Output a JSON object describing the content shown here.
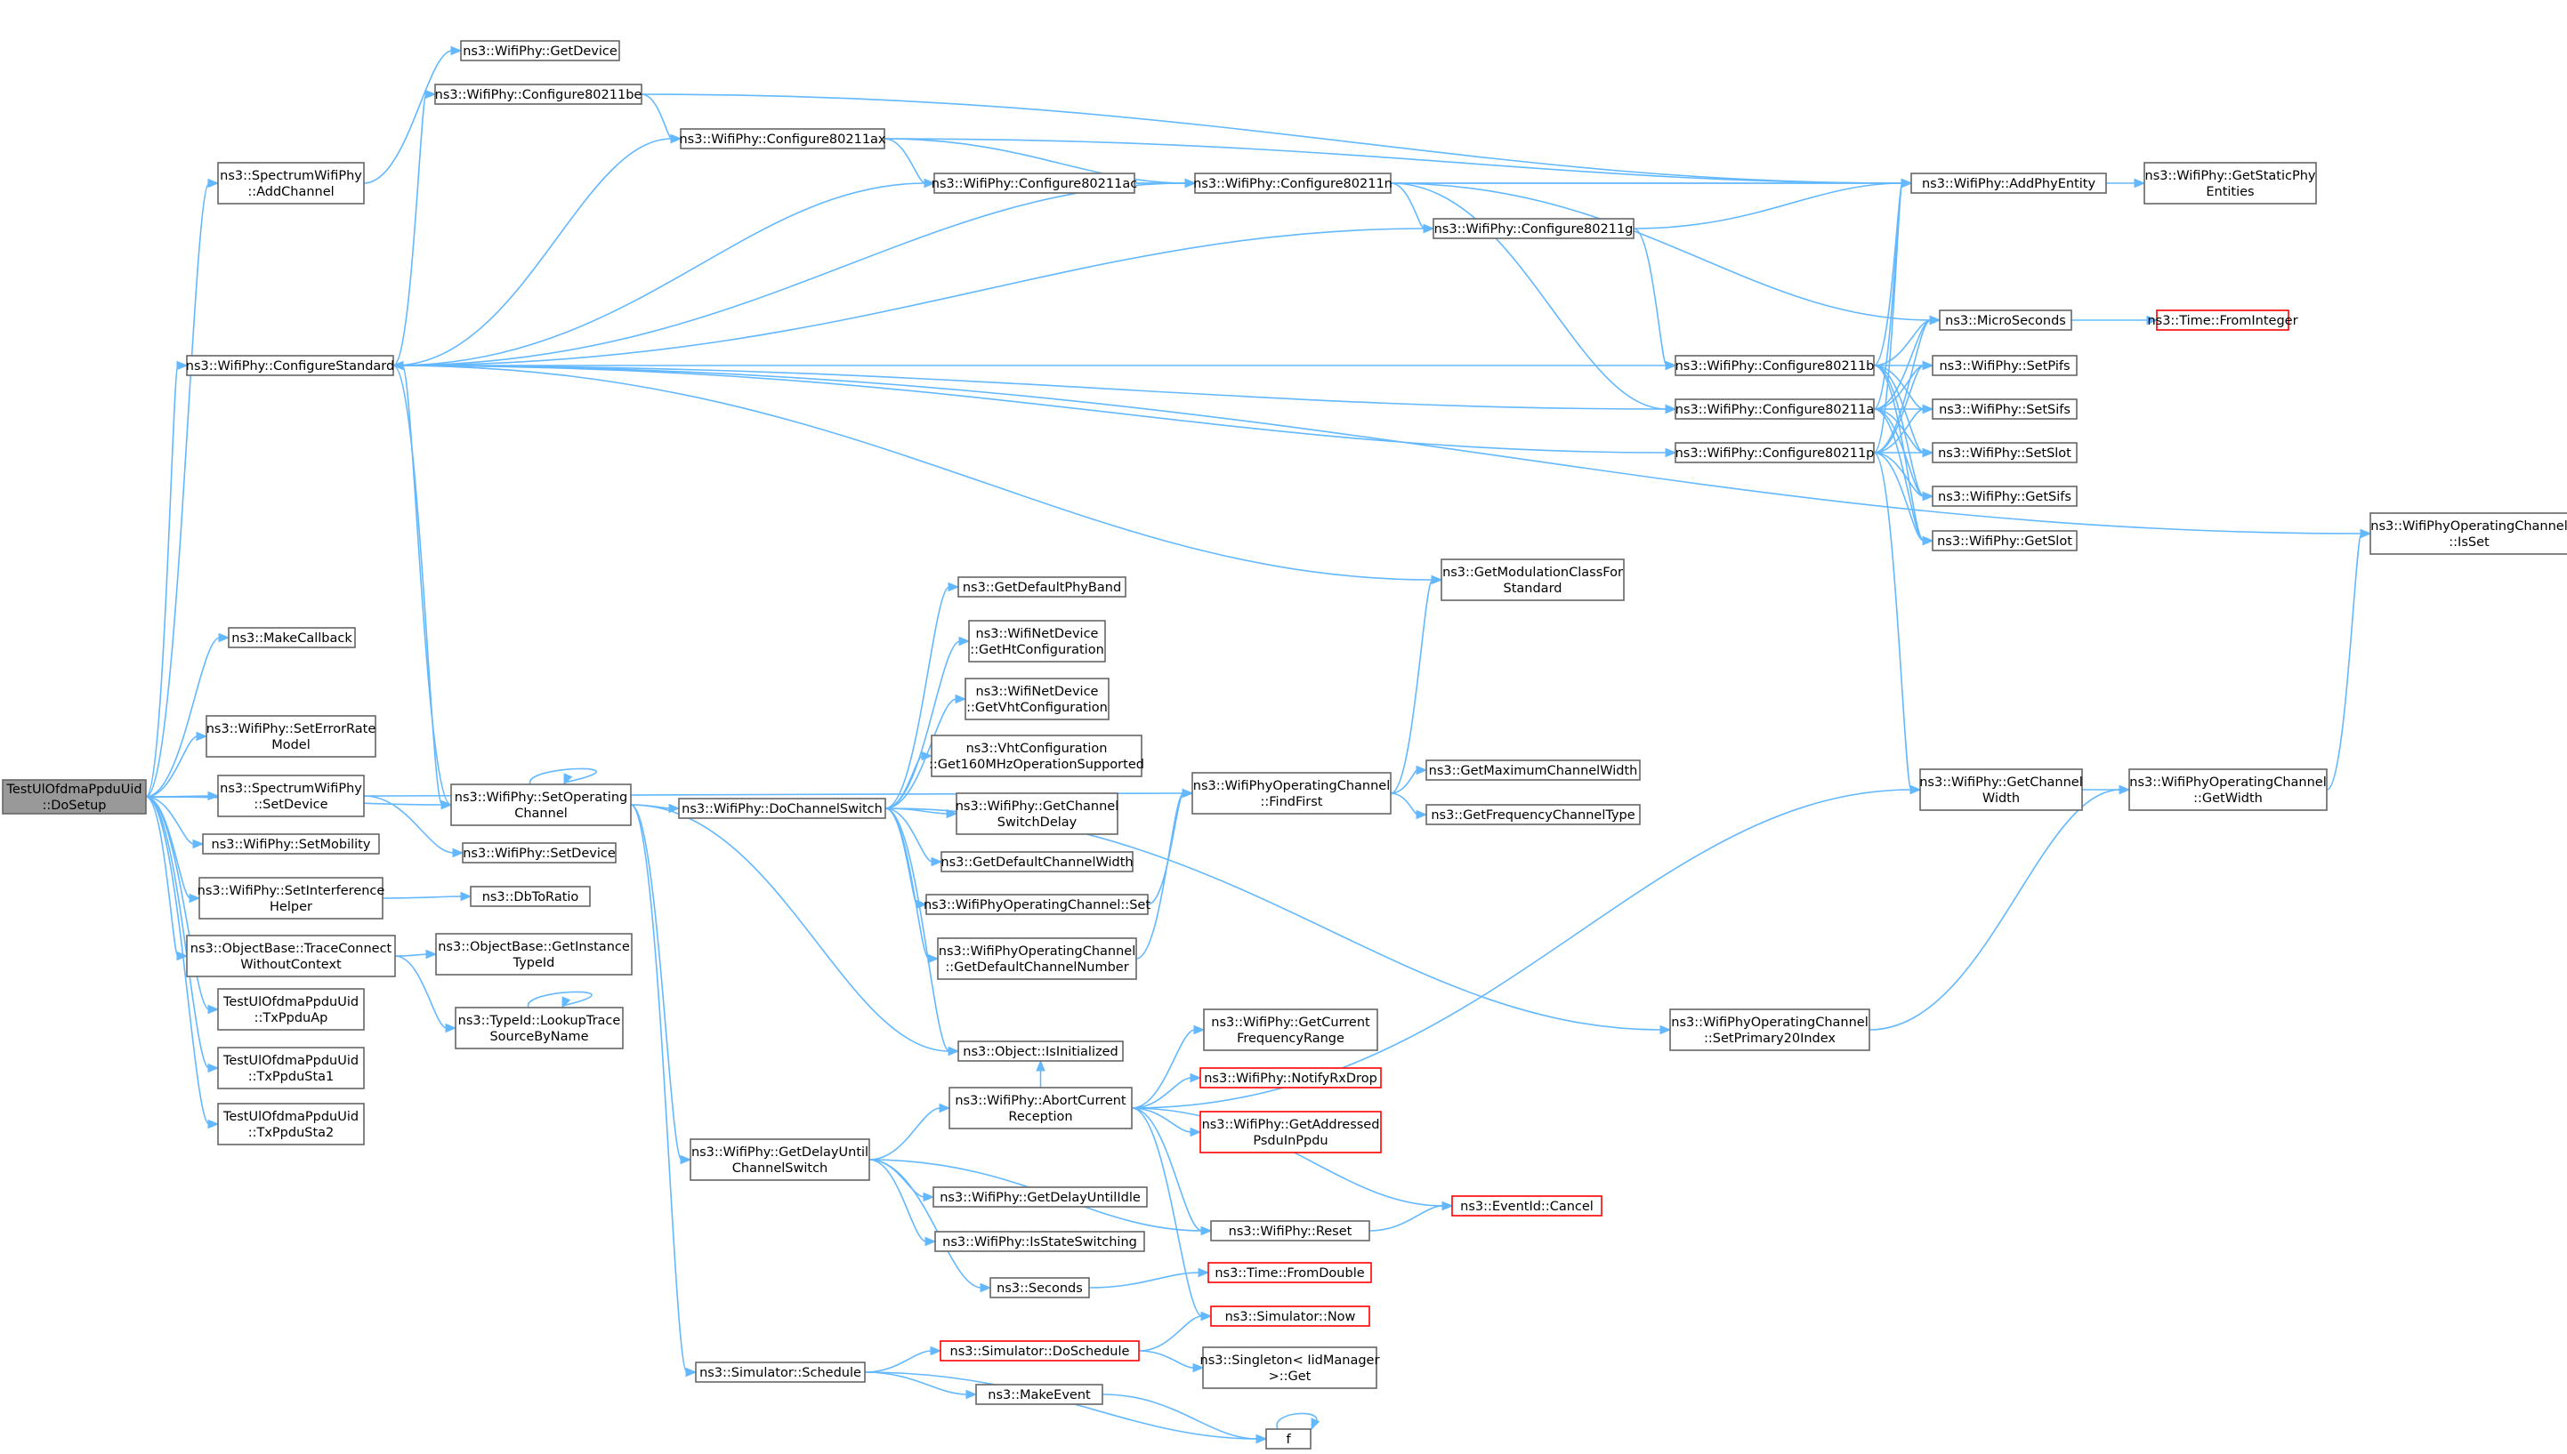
{
  "colors": {
    "edge": "#63b8ff",
    "node_border": "#666666",
    "node_fill": "#ffffff",
    "root_fill": "#999999",
    "truncated_border": "#ff0000"
  },
  "nodes": [
    {
      "id": "n0",
      "lines": [
        "TestUlOfdmaPpduUid",
        "::DoSetup"
      ],
      "root": true
    },
    {
      "id": "n1",
      "lines": [
        "ns3::SpectrumWifiPhy",
        "::AddChannel"
      ]
    },
    {
      "id": "n2",
      "lines": [
        "ns3::WifiPhy::GetDevice"
      ]
    },
    {
      "id": "n3",
      "lines": [
        "ns3::WifiPhy::ConfigureStandard"
      ]
    },
    {
      "id": "n4",
      "lines": [
        "ns3::WifiPhy::Configure80211be"
      ]
    },
    {
      "id": "n5",
      "lines": [
        "ns3::WifiPhy::Configure80211ax"
      ]
    },
    {
      "id": "n6",
      "lines": [
        "ns3::WifiPhy::Configure80211ac"
      ]
    },
    {
      "id": "n7",
      "lines": [
        "ns3::WifiPhy::Configure80211n"
      ]
    },
    {
      "id": "n8",
      "lines": [
        "ns3::WifiPhy::AddPhyEntity"
      ]
    },
    {
      "id": "n9",
      "lines": [
        "ns3::WifiPhy::GetStaticPhy",
        "Entities"
      ]
    },
    {
      "id": "n10",
      "lines": [
        "ns3::WifiPhy::Configure80211g"
      ]
    },
    {
      "id": "n11",
      "lines": [
        "ns3::MicroSeconds"
      ]
    },
    {
      "id": "n12",
      "lines": [
        "ns3::Time::FromInteger"
      ],
      "truncated": true
    },
    {
      "id": "n13",
      "lines": [
        "ns3::WifiPhy::Configure80211b"
      ]
    },
    {
      "id": "n14",
      "lines": [
        "ns3::WifiPhy::SetPifs"
      ]
    },
    {
      "id": "n15",
      "lines": [
        "ns3::WifiPhy::Configure80211a"
      ]
    },
    {
      "id": "n16",
      "lines": [
        "ns3::WifiPhy::SetSifs"
      ]
    },
    {
      "id": "n17",
      "lines": [
        "ns3::WifiPhy::Configure80211p"
      ]
    },
    {
      "id": "n18",
      "lines": [
        "ns3::WifiPhy::SetSlot"
      ]
    },
    {
      "id": "n19",
      "lines": [
        "ns3::WifiPhy::GetSifs"
      ]
    },
    {
      "id": "n20",
      "lines": [
        "ns3::WifiPhy::GetSlot"
      ]
    },
    {
      "id": "n21",
      "lines": [
        "ns3::WifiPhyOperatingChannel",
        "::IsSet"
      ]
    },
    {
      "id": "n22",
      "lines": [
        "ns3::GetModulationClassFor",
        "Standard"
      ]
    },
    {
      "id": "n23",
      "lines": [
        "ns3::GetDefaultPhyBand"
      ]
    },
    {
      "id": "n24",
      "lines": [
        "ns3::MakeCallback"
      ]
    },
    {
      "id": "n25",
      "lines": [
        "ns3::WifiNetDevice",
        "::GetHtConfiguration"
      ]
    },
    {
      "id": "n26",
      "lines": [
        "ns3::WifiPhy::SetErrorRate",
        "Model"
      ]
    },
    {
      "id": "n27",
      "lines": [
        "ns3::WifiNetDevice",
        "::GetVhtConfiguration"
      ]
    },
    {
      "id": "n28",
      "lines": [
        "ns3::VhtConfiguration",
        "::Get160MHzOperationSupported"
      ]
    },
    {
      "id": "n29",
      "lines": [
        "ns3::WifiPhyOperatingChannel",
        "::FindFirst"
      ]
    },
    {
      "id": "n30",
      "lines": [
        "ns3::GetMaximumChannelWidth"
      ]
    },
    {
      "id": "n31",
      "lines": [
        "ns3::SpectrumWifiPhy",
        "::SetDevice"
      ]
    },
    {
      "id": "n32",
      "lines": [
        "ns3::WifiPhy::SetOperating",
        "Channel"
      ]
    },
    {
      "id": "n33",
      "lines": [
        "ns3::WifiPhy::DoChannelSwitch"
      ]
    },
    {
      "id": "n34",
      "lines": [
        "ns3::WifiPhy::GetChannel",
        "SwitchDelay"
      ]
    },
    {
      "id": "n35",
      "lines": [
        "ns3::GetFrequencyChannelType"
      ]
    },
    {
      "id": "n36",
      "lines": [
        "ns3::WifiPhy::GetChannel",
        "Width"
      ]
    },
    {
      "id": "n37",
      "lines": [
        "ns3::WifiPhyOperatingChannel",
        "::GetWidth"
      ]
    },
    {
      "id": "n38",
      "lines": [
        "ns3::WifiPhy::SetMobility"
      ]
    },
    {
      "id": "n39",
      "lines": [
        "ns3::WifiPhy::SetDevice"
      ]
    },
    {
      "id": "n40",
      "lines": [
        "ns3::GetDefaultChannelWidth"
      ]
    },
    {
      "id": "n41",
      "lines": [
        "ns3::WifiPhy::SetInterference",
        "Helper"
      ]
    },
    {
      "id": "n42",
      "lines": [
        "ns3::DbToRatio"
      ]
    },
    {
      "id": "n43",
      "lines": [
        "ns3::WifiPhyOperatingChannel::Set"
      ]
    },
    {
      "id": "n44",
      "lines": [
        "ns3::ObjectBase::TraceConnect",
        "WithoutContext"
      ]
    },
    {
      "id": "n45",
      "lines": [
        "ns3::ObjectBase::GetInstance",
        "TypeId"
      ]
    },
    {
      "id": "n46",
      "lines": [
        "ns3::WifiPhyOperatingChannel",
        "::GetDefaultChannelNumber"
      ]
    },
    {
      "id": "n47",
      "lines": [
        "TestUlOfdmaPpduUid",
        "::TxPpduAp"
      ]
    },
    {
      "id": "n48",
      "lines": [
        "ns3::TypeId::LookupTrace",
        "SourceByName"
      ]
    },
    {
      "id": "n49",
      "lines": [
        "ns3::WifiPhy::GetCurrent",
        "FrequencyRange"
      ]
    },
    {
      "id": "n50",
      "lines": [
        "ns3::WifiPhyOperatingChannel",
        "::SetPrimary20Index"
      ]
    },
    {
      "id": "n51",
      "lines": [
        "TestUlOfdmaPpduUid",
        "::TxPpduSta1"
      ]
    },
    {
      "id": "n52",
      "lines": [
        "ns3::Object::IsInitialized"
      ]
    },
    {
      "id": "n53",
      "lines": [
        "ns3::WifiPhy::NotifyRxDrop"
      ],
      "truncated": true
    },
    {
      "id": "n54",
      "lines": [
        "TestUlOfdmaPpduUid",
        "::TxPpduSta2"
      ]
    },
    {
      "id": "n55",
      "lines": [
        "ns3::WifiPhy::AbortCurrent",
        "Reception"
      ]
    },
    {
      "id": "n56",
      "lines": [
        "ns3::WifiPhy::GetAddressed",
        "PsduInPpdu"
      ],
      "truncated": true
    },
    {
      "id": "n57",
      "lines": [
        "ns3::WifiPhy::GetDelayUntil",
        "ChannelSwitch"
      ]
    },
    {
      "id": "n58",
      "lines": [
        "ns3::WifiPhy::GetDelayUntilIdle"
      ]
    },
    {
      "id": "n59",
      "lines": [
        "ns3::EventId::Cancel"
      ],
      "truncated": true
    },
    {
      "id": "n60",
      "lines": [
        "ns3::WifiPhy::Reset"
      ]
    },
    {
      "id": "n61",
      "lines": [
        "ns3::WifiPhy::IsStateSwitching"
      ]
    },
    {
      "id": "n62",
      "lines": [
        "ns3::Time::FromDouble"
      ],
      "truncated": true
    },
    {
      "id": "n63",
      "lines": [
        "ns3::Seconds"
      ]
    },
    {
      "id": "n64",
      "lines": [
        "ns3::Simulator::Now"
      ],
      "truncated": true
    },
    {
      "id": "n65",
      "lines": [
        "ns3::Simulator::DoSchedule"
      ],
      "truncated": true
    },
    {
      "id": "n66",
      "lines": [
        "ns3::Simulator::Schedule"
      ]
    },
    {
      "id": "n67",
      "lines": [
        "ns3::Singleton< IidManager",
        ">::Get"
      ]
    },
    {
      "id": "n68",
      "lines": [
        "ns3::MakeEvent"
      ]
    },
    {
      "id": "n69",
      "lines": [
        "f"
      ]
    }
  ],
  "edges": [
    [
      "n0",
      "n1"
    ],
    [
      "n0",
      "n3"
    ],
    [
      "n0",
      "n24"
    ],
    [
      "n0",
      "n26"
    ],
    [
      "n0",
      "n31"
    ],
    [
      "n0",
      "n38"
    ],
    [
      "n0",
      "n41"
    ],
    [
      "n0",
      "n44"
    ],
    [
      "n0",
      "n47"
    ],
    [
      "n0",
      "n51"
    ],
    [
      "n0",
      "n54"
    ],
    [
      "n0",
      "n29"
    ],
    [
      "n0",
      "n32"
    ],
    [
      "n1",
      "n2"
    ],
    [
      "n3",
      "n4"
    ],
    [
      "n3",
      "n5"
    ],
    [
      "n3",
      "n6"
    ],
    [
      "n3",
      "n7"
    ],
    [
      "n3",
      "n10"
    ],
    [
      "n3",
      "n13"
    ],
    [
      "n3",
      "n15"
    ],
    [
      "n3",
      "n17"
    ],
    [
      "n3",
      "n21"
    ],
    [
      "n3",
      "n22"
    ],
    [
      "n3",
      "n32"
    ],
    [
      "n4",
      "n5"
    ],
    [
      "n4",
      "n8"
    ],
    [
      "n5",
      "n6"
    ],
    [
      "n5",
      "n7"
    ],
    [
      "n5",
      "n8"
    ],
    [
      "n6",
      "n7"
    ],
    [
      "n6",
      "n8"
    ],
    [
      "n7",
      "n8"
    ],
    [
      "n7",
      "n10"
    ],
    [
      "n7",
      "n11"
    ],
    [
      "n7",
      "n15"
    ],
    [
      "n8",
      "n9"
    ],
    [
      "n10",
      "n8"
    ],
    [
      "n10",
      "n13"
    ],
    [
      "n11",
      "n12"
    ],
    [
      "n13",
      "n8"
    ],
    [
      "n13",
      "n11"
    ],
    [
      "n13",
      "n14"
    ],
    [
      "n13",
      "n16"
    ],
    [
      "n13",
      "n18"
    ],
    [
      "n13",
      "n19"
    ],
    [
      "n13",
      "n20"
    ],
    [
      "n15",
      "n8"
    ],
    [
      "n15",
      "n11"
    ],
    [
      "n15",
      "n14"
    ],
    [
      "n15",
      "n16"
    ],
    [
      "n15",
      "n18"
    ],
    [
      "n15",
      "n19"
    ],
    [
      "n15",
      "n20"
    ],
    [
      "n17",
      "n8"
    ],
    [
      "n17",
      "n11"
    ],
    [
      "n17",
      "n14"
    ],
    [
      "n17",
      "n16"
    ],
    [
      "n17",
      "n18"
    ],
    [
      "n17",
      "n19"
    ],
    [
      "n17",
      "n20"
    ],
    [
      "n17",
      "n36"
    ],
    [
      "n29",
      "n22"
    ],
    [
      "n29",
      "n30"
    ],
    [
      "n29",
      "n35"
    ],
    [
      "n31",
      "n39"
    ],
    [
      "n32",
      "n3"
    ],
    [
      "n32",
      "n32"
    ],
    [
      "n32",
      "n33"
    ],
    [
      "n32",
      "n52"
    ],
    [
      "n32",
      "n57"
    ],
    [
      "n32",
      "n66"
    ],
    [
      "n33",
      "n23"
    ],
    [
      "n33",
      "n25"
    ],
    [
      "n33",
      "n27"
    ],
    [
      "n33",
      "n28"
    ],
    [
      "n33",
      "n34"
    ],
    [
      "n33",
      "n40"
    ],
    [
      "n33",
      "n43"
    ],
    [
      "n33",
      "n46"
    ],
    [
      "n33",
      "n50"
    ],
    [
      "n33",
      "n52"
    ],
    [
      "n36",
      "n37"
    ],
    [
      "n37",
      "n21"
    ],
    [
      "n41",
      "n42"
    ],
    [
      "n43",
      "n29"
    ],
    [
      "n46",
      "n29"
    ],
    [
      "n44",
      "n45"
    ],
    [
      "n44",
      "n48"
    ],
    [
      "n48",
      "n48"
    ],
    [
      "n50",
      "n37"
    ],
    [
      "n55",
      "n36"
    ],
    [
      "n55",
      "n49"
    ],
    [
      "n55",
      "n52"
    ],
    [
      "n55",
      "n53"
    ],
    [
      "n55",
      "n56"
    ],
    [
      "n55",
      "n59"
    ],
    [
      "n55",
      "n60"
    ],
    [
      "n55",
      "n64"
    ],
    [
      "n57",
      "n55"
    ],
    [
      "n57",
      "n58"
    ],
    [
      "n57",
      "n60"
    ],
    [
      "n57",
      "n61"
    ],
    [
      "n57",
      "n63"
    ],
    [
      "n60",
      "n59"
    ],
    [
      "n63",
      "n62"
    ],
    [
      "n65",
      "n64"
    ],
    [
      "n65",
      "n67"
    ],
    [
      "n66",
      "n65"
    ],
    [
      "n66",
      "n68"
    ],
    [
      "n66",
      "n69"
    ],
    [
      "n68",
      "n69"
    ],
    [
      "n69",
      "n69"
    ]
  ]
}
